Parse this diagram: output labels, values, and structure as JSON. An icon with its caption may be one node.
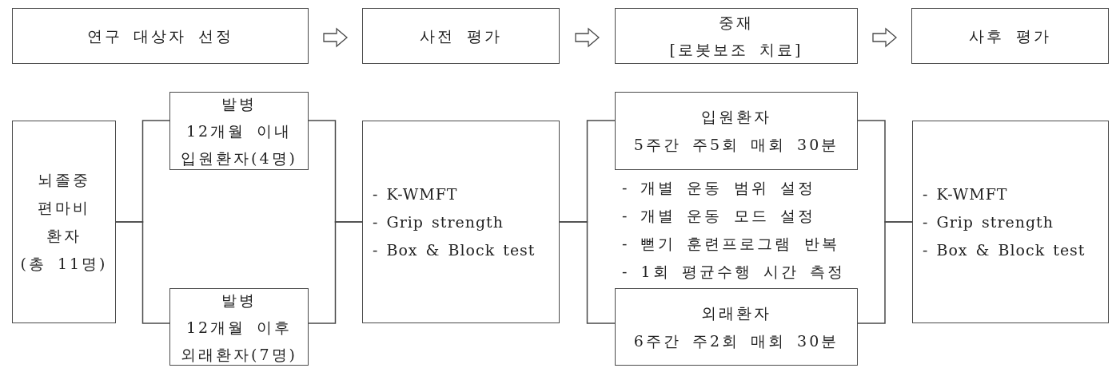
{
  "diagram": {
    "nodes": [
      {
        "text": [
          "연구 대상자 선정"
        ]
      },
      {
        "text": [
          "사전 평가"
        ]
      },
      {
        "text": [
          "중재",
          "[로봇보조 치료]"
        ]
      },
      {
        "text": [
          "사후 평가"
        ]
      },
      {
        "text": [
          "뇌졸중 편마비 환자",
          "(총 11명)"
        ]
      },
      {
        "text": [
          "발병",
          "12개월 이내 입원환자(4명)"
        ]
      },
      {
        "text": [
          "발병",
          "12개월 이후 외래환자(7명)"
        ]
      },
      {
        "text": [
          "- K-WMFT",
          "- Grip strength",
          "- Box & Block test"
        ]
      },
      {
        "text": [
          "입원환자",
          "5주간 주5회 매회 30분"
        ]
      },
      {
        "text": [
          "외래환자",
          "6주간 주2회 매회 30분"
        ]
      },
      {
        "text": [
          "- K-WMFT",
          "- Grip strength",
          "- Box & Block test"
        ]
      }
    ],
    "edges": [
      {
        "from": 0,
        "to": 1,
        "arrow": "to"
      },
      {
        "from": 1,
        "to": 2,
        "arrow": "to"
      },
      {
        "from": 2,
        "to": 3,
        "arrow": "to"
      },
      {
        "from": 4,
        "to": 5,
        "arrow": "none"
      },
      {
        "from": 4,
        "to": 6,
        "arrow": "none"
      },
      {
        "from": 5,
        "to": 7,
        "arrow": "none"
      },
      {
        "from": 6,
        "to": 7,
        "arrow": "none"
      },
      {
        "from": 7,
        "to": 8,
        "arrow": "none"
      },
      {
        "from": 7,
        "to": 9,
        "arrow": "none"
      },
      {
        "from": 8,
        "to": 10,
        "arrow": "none"
      },
      {
        "from": 9,
        "to": 10,
        "arrow": "none"
      }
    ],
    "labels": [
      "- 개별 운동 범위 설정",
      "- 개별 운동 모드 설정",
      "- 뻗기 훈련프로그램 반복",
      "- 1회 평균수행 시간 측정"
    ]
  }
}
